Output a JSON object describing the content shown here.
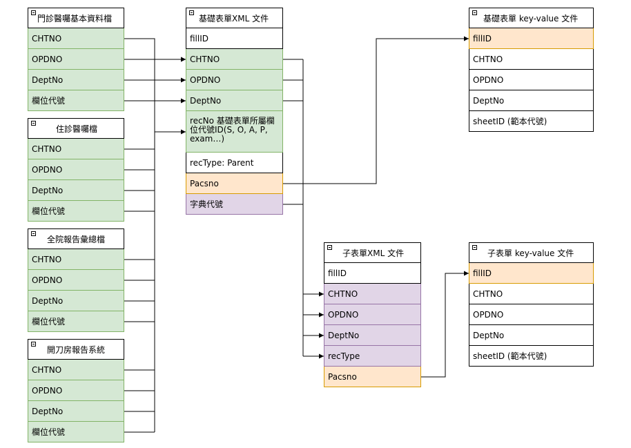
{
  "colors": {
    "green_fill": "#d5e8d4",
    "green_stroke": "#82b366",
    "orange_fill": "#ffe6cc",
    "orange_stroke": "#d79b00",
    "purple_fill": "#e1d5e7",
    "purple_stroke": "#9673a6",
    "line": "#000000"
  },
  "opd": {
    "title": "門診醫囑基本資料檔",
    "rows": [
      "CHTNO",
      "OPDNO",
      "DeptNo",
      "欄位代號"
    ]
  },
  "ipd": {
    "title": "住診醫囑檔",
    "rows": [
      "CHTNO",
      "OPDNO",
      "DeptNo",
      "欄位代號"
    ]
  },
  "report": {
    "title": "全院報告彙總檔",
    "rows": [
      "CHTNO",
      "OPDNO",
      "DeptNo",
      "欄位代號"
    ]
  },
  "surgery": {
    "title": "開刀房報告系統",
    "rows": [
      "CHTNO",
      "OPDNO",
      "DeptNo",
      "欄位代號"
    ]
  },
  "base_xml": {
    "title": "基礎表單XML 文件",
    "rows": [
      "fillID",
      "CHTNO",
      "OPDNO",
      "DeptNo",
      "recNo 基礎表單所屬欄位代號ID(S, O, A, P, exam…)",
      "recType: Parent",
      "Pacsno",
      "字典代號"
    ]
  },
  "base_kv": {
    "title": "基礎表單 key-value 文件",
    "rows": [
      "fillID",
      "CHTNO",
      "OPDNO",
      "DeptNo",
      "sheetID (範本代號)"
    ]
  },
  "child_xml": {
    "title": "子表單XML 文件",
    "rows": [
      "fillID",
      "CHTNO",
      "OPDNO",
      "DeptNo",
      "recType",
      "Pacsno"
    ]
  },
  "child_kv": {
    "title": "子表單 key-value 文件",
    "rows": [
      "fillID",
      "CHTNO",
      "OPDNO",
      "DeptNo",
      "sheetID (範本代號)"
    ]
  }
}
